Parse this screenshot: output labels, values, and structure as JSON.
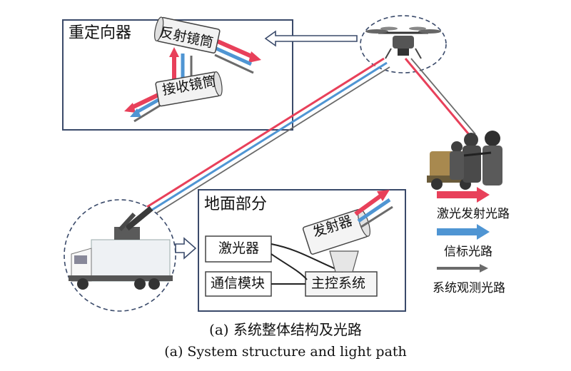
{
  "redirector": {
    "title": "重定向器",
    "reflector": "反射镜筒",
    "receiver": "接收镜筒"
  },
  "ground": {
    "title": "地面部分",
    "laser": "激光器",
    "comm": "通信模块",
    "control": "主控系统",
    "emitter": "发射器"
  },
  "legend": {
    "items": [
      {
        "label": "激光发射光路",
        "color": "#e8405a"
      },
      {
        "label": "信标光路",
        "color": "#4f95d3"
      },
      {
        "label": "系统观测光路",
        "color": "#6b6b6b"
      }
    ]
  },
  "caption": {
    "zh": "(a) 系统整体结构及光路",
    "en": "(a) System structure and light path"
  },
  "colors": {
    "laser": "#e8405a",
    "beacon": "#4f95d3",
    "observe": "#6b6b6b",
    "frame": "#3a4a6a"
  }
}
